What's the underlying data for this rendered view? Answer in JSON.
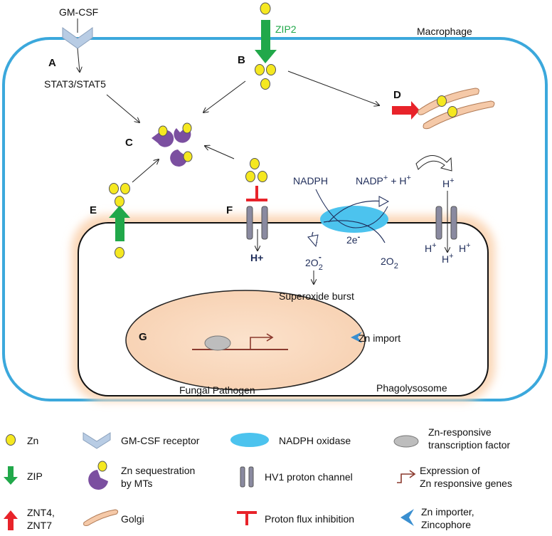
{
  "title": "Macrophage",
  "stimulus": "GM-CSF",
  "stat": "STAT3/STAT5",
  "zip2": "ZIP2",
  "letters": {
    "a": "A",
    "b": "B",
    "c": "C",
    "d": "D",
    "e": "E",
    "f": "F",
    "g": "G"
  },
  "nadph": "NADPH",
  "nadp_main": "NADP",
  "nadp_sup": "+",
  "nadp_plus": "+ H",
  "h_sup": "+",
  "h_plus_right": "H",
  "electrons": "2e",
  "electrons_sup": "-",
  "o2_left": "2O",
  "o2_left_sub": "2",
  "o2_left_sup": "-",
  "o2_right": "2O",
  "o2_right_sub": "2",
  "h_channel_f": "H+",
  "h_below_channel": "H",
  "superoxide_burst": "Superoxide burst",
  "zn_import": "Zn import",
  "fungal_pathogen": "Fungal Pathogen",
  "phagolysosome": "Phagolysosome",
  "colors": {
    "cell": "#3ba8dc",
    "zinc": "#f5e820",
    "zip": "#21a84a",
    "mt": "#7b4fa0",
    "red": "#e8232a",
    "golgi": "#f5c9a8",
    "oxidase": "#4cc3ee",
    "gene": "#8b3a2e",
    "importer": "#3a8fd0",
    "receptor": "#b8cce4",
    "channel": "#8a8aa0"
  },
  "legend": [
    {
      "icon": "zinc-dot",
      "label": "Zn"
    },
    {
      "icon": "gm-csf-receptor",
      "label": "GM-CSF receptor"
    },
    {
      "icon": "nadph-oxidase",
      "label": "NADPH oxidase"
    },
    {
      "icon": "transcription-factor",
      "label": "Zn-responsive",
      "label2": "transcription factor"
    },
    {
      "icon": "zip-arrow",
      "label": "ZIP"
    },
    {
      "icon": "mt-sequestration",
      "label": "Zn sequestration",
      "label2": "by MTs"
    },
    {
      "icon": "hv1-channel",
      "label": "HV1 proton channel"
    },
    {
      "icon": "gene-expression",
      "label": "Expression of",
      "label2": "Zn responsive genes"
    },
    {
      "icon": "znt-arrow",
      "label": "ZNT4,",
      "label2": "ZNT7"
    },
    {
      "icon": "golgi",
      "label": "Golgi"
    },
    {
      "icon": "proton-inhibition",
      "label": "Proton flux inhibition"
    },
    {
      "icon": "zn-importer",
      "label": "Zn importer,",
      "label2": "Zincophore"
    }
  ]
}
